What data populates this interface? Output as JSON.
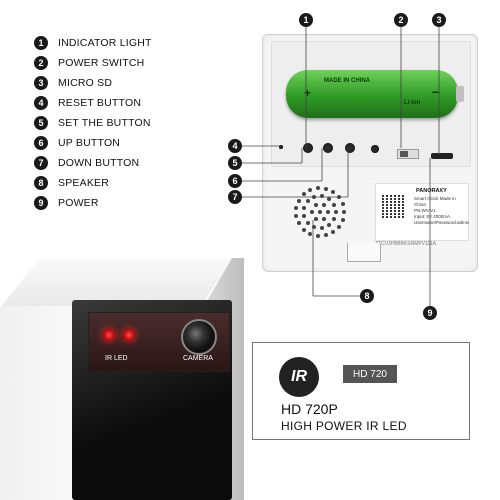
{
  "legend": [
    {
      "num": "1",
      "label": "INDICATOR LIGHT"
    },
    {
      "num": "2",
      "label": "POWER SWITCH"
    },
    {
      "num": "3",
      "label": "MICRO SD"
    },
    {
      "num": "4",
      "label": "RESET BUTTON"
    },
    {
      "num": "5",
      "label": "SET THE BUTTON"
    },
    {
      "num": "6",
      "label": "UP BUTTON"
    },
    {
      "num": "7",
      "label": "DOWN BUTTON"
    },
    {
      "num": "8",
      "label": "SPEAKER"
    },
    {
      "num": "9",
      "label": "POWER"
    }
  ],
  "battery": {
    "made_in": "MADE IN CHINA",
    "chemistry": "Li-Ion",
    "plus": "+",
    "minus": "−"
  },
  "sticker": {
    "brand": "PANORAXY",
    "lines": [
      "Smart Clock   Made in China",
      "PN:WS-V1",
      "Input: 5V  2000mA",
      "Username/Password:admin"
    ],
    "serial": "ZTCVJPBBBKSRMPV111A"
  },
  "camera": {
    "ir_label": "IR LED",
    "camera_label": "CAMERA"
  },
  "ir_box": {
    "logo": "IR",
    "badge": "HD 720",
    "line1": "HD 720P",
    "line2": "HIGH POWER IR LED"
  },
  "colors": {
    "battery_green": "#3aa82e",
    "ir_red": "#ff2a2a",
    "badge_gray": "#555555"
  }
}
